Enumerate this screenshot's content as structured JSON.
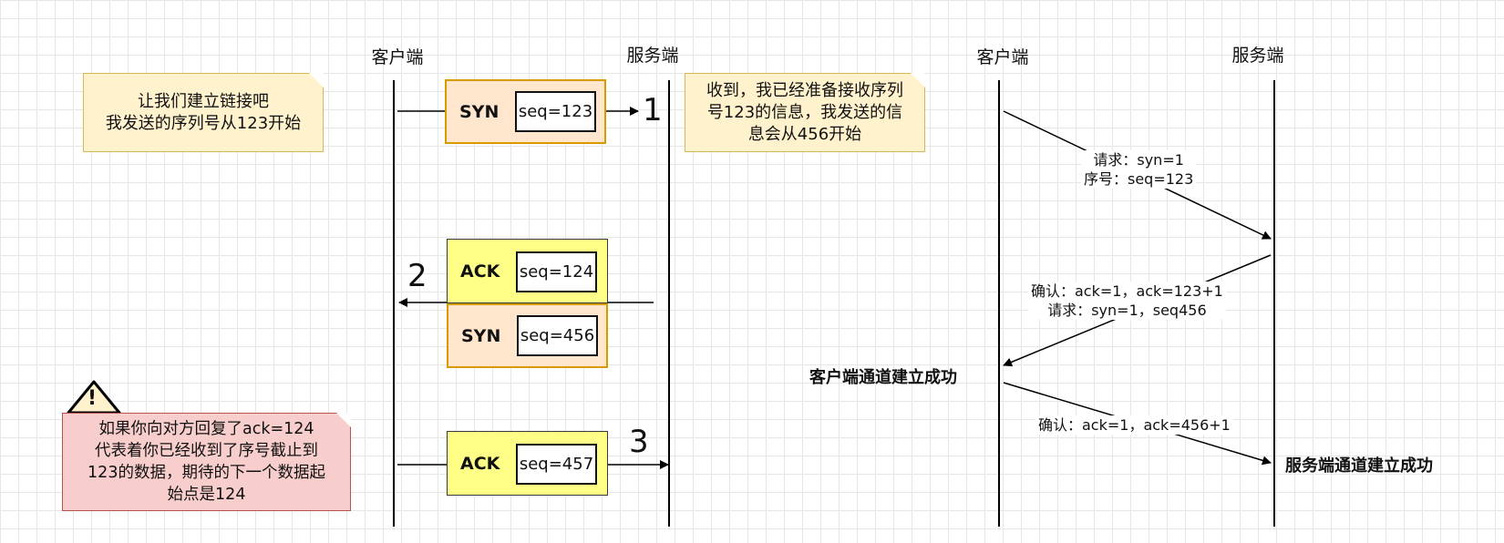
{
  "left": {
    "client_header": "客户端",
    "server_header": "服务端",
    "note_start": "让我们建立链接吧\n我发送的序列号从123开始",
    "note_ack": "收到，我已经准备接收序列\n号123的信息，我发送的信\n息会从456开始",
    "note_warning": "如果你向对方回复了ack=124\n代表着你已经收到了序号截止到\n123的数据，期待的下一个数据起\n始点是124",
    "warning_symbol": "!",
    "step1": {
      "number": "1",
      "flag": "SYN",
      "seq": "seq=123"
    },
    "step2": {
      "number": "2",
      "flag_ack": "ACK",
      "seq_ack": "seq=124",
      "flag_syn": "SYN",
      "seq_syn": "seq=456"
    },
    "step3": {
      "number": "3",
      "flag": "ACK",
      "seq": "seq=457"
    }
  },
  "right": {
    "client_header": "客户端",
    "server_header": "服务端",
    "msg1": "请求：syn=1\n序号：seq=123",
    "msg2": "确认：ack=1，ack=123+1\n请求：syn=1，seq456",
    "msg3": "确认：ack=1，ack=456+1",
    "client_success": "客户端通道建立成功",
    "server_success": "服务端通道建立成功"
  },
  "colors": {
    "note_yellow": "#fff2cc",
    "note_red": "#f8cecc",
    "box_orange": "#ffe6cc",
    "box_yellow": "#ffff88"
  }
}
